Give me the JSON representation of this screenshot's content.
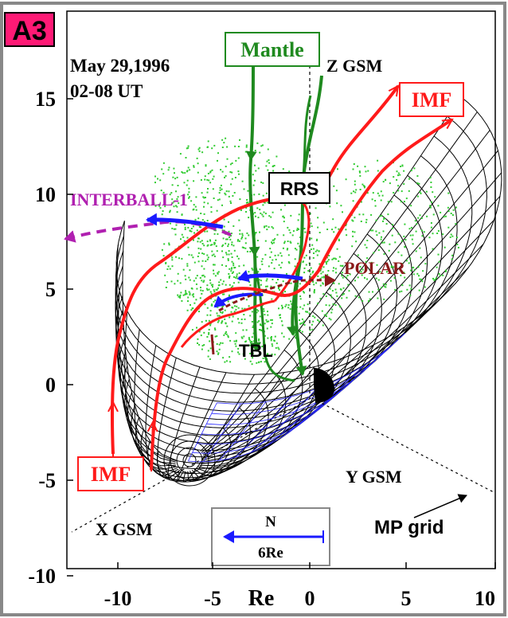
{
  "panel_label": "A3",
  "date_line": "May 29,1996",
  "time_line": "02-08 UT",
  "labels": {
    "mantle": "Mantle",
    "z_gsm": "Z GSM",
    "imf_top": "IMF",
    "rrs": "RRS",
    "interball": "INTERBALL-1",
    "polar": "POLAR",
    "tbl": "TBL",
    "imf_bottom": "IMF",
    "y_gsm": "Y GSM",
    "x_gsm": "X GSM",
    "mp_grid": "MP grid"
  },
  "legend": {
    "direction": "N",
    "scale": "6Re"
  },
  "axes": {
    "y_ticks": [
      "15",
      "10",
      "5",
      "0",
      "-5",
      "-10"
    ],
    "x_ticks": [
      "-10",
      "-5",
      "0",
      "5",
      "10"
    ],
    "x_unit": "Re"
  },
  "colors": {
    "frame": "#888888",
    "panel_label_bg": "#ff1a75",
    "mantle": "#1f8a1f",
    "imf": "#ff1a1a",
    "interball": "#b020b0",
    "polar": "#8b1a1a",
    "blue_arrow": "#1a1aff",
    "grid": "#000000",
    "plasma_dots": "#33cc33"
  }
}
